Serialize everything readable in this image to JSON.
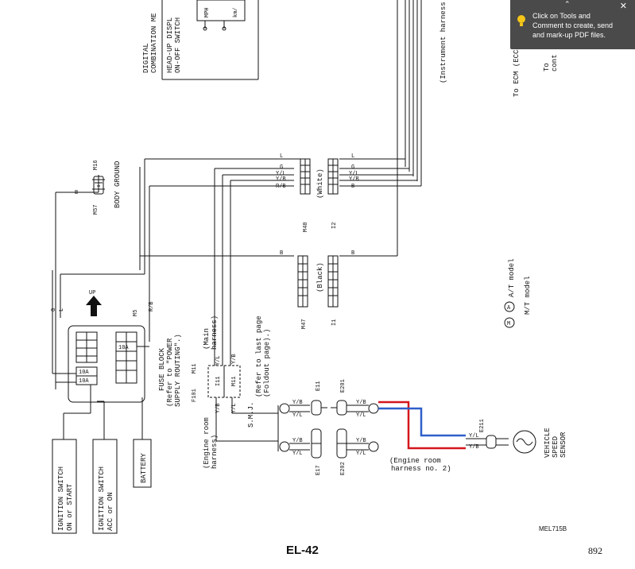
{
  "diagram": {
    "digital_meter": [
      "DIGITAL",
      "COMBINATION ME"
    ],
    "head_up": [
      "HEAD-UP DISPL",
      "ON-OFF SWITCH"
    ],
    "mph": "MPH",
    "kmh": "km/",
    "instrument_harness": "(Instrument harness",
    "to_ecm": "To ECM (ECCS c",
    "to_right": [
      "To",
      "cont"
    ],
    "body_ground": "BODY GROUND",
    "m16": "M16",
    "m57": "M57",
    "wire_b": "B",
    "wire_l": "L",
    "wire_g": "G",
    "wire_yl": "Y/L",
    "wire_yb": "Y/B",
    "wire_rb": "R/B",
    "white": "(White)",
    "black": "(Black)",
    "m48": "M48",
    "i2": "I2",
    "m47": "M47",
    "i1": "I1",
    "up": "UP",
    "m5": "M5",
    "fuse_10a": "10A",
    "fuse_block": [
      "FUSE BLOCK",
      "(Refer to \"POWER",
      "SUPPLY ROUTING\".)"
    ],
    "f101": "F101",
    "m11": "M11",
    "main_harness": [
      "(Main",
      "harness)"
    ],
    "connector_i11": "I11",
    "connector_m11": "M11",
    "smj": [
      "S.M.J.",
      "(Refer to last page",
      "(Foldout page).)"
    ],
    "e11": "E11",
    "e201": "E201",
    "e17": "E17",
    "e202": "E202",
    "e211": "E211",
    "ign_on_start": [
      "IGNITION SWITCH",
      "ON or START"
    ],
    "ign_acc_on": [
      "IGNITION SWITCH",
      "ACC or ON"
    ],
    "battery": "BATTERY",
    "engine_room_harness": [
      "(Engine room",
      "harness)"
    ],
    "engine_room_harness_2": [
      "(Engine room",
      "harness no. 2)"
    ],
    "legend_a": "A/T model",
    "legend_m": "M/T model",
    "sym_a": "A",
    "sym_m": "M",
    "vss": [
      "VEHICLE",
      "SPEED",
      "SENSOR"
    ]
  },
  "footer": {
    "page_label": "EL-42",
    "page_number": "892",
    "ref_code": "MEL715B"
  },
  "tooltip": {
    "text": "Click on Tools and Comment to create, send and mark-up PDF files."
  },
  "colors": {
    "red_wire": "#d4161b",
    "blue_wire": "#2f5fc9",
    "tooltip_bg": "#4a4a4a"
  }
}
